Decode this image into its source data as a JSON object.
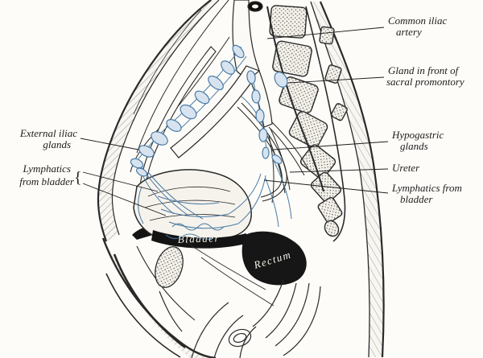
{
  "figure_meta": {
    "description": "Engraved anatomical plate: sagittal section of the male pelvis showing the lymphatic glands and vessels (blue) of the pelvis",
    "ink_color": "#2a2a2a",
    "lymph_color": "#4a7aa5",
    "paper_color": "#fdfcf9"
  },
  "labels": {
    "right": [
      {
        "id": "common-iliac-artery",
        "lines": [
          "Common iliac",
          "artery"
        ]
      },
      {
        "id": "gland-sacral-promontory",
        "lines": [
          "Gland in front of",
          "sacral promontory"
        ]
      },
      {
        "id": "hypogastric-glands",
        "lines": [
          "Hypogastric",
          "glands"
        ]
      },
      {
        "id": "ureter",
        "lines": [
          "Ureter"
        ]
      },
      {
        "id": "lymphatics-from-bladder-right",
        "lines": [
          "Lymphatics from",
          "bladder"
        ]
      }
    ],
    "left": [
      {
        "id": "external-iliac-glands",
        "lines": [
          "External iliac",
          "glands"
        ]
      },
      {
        "id": "lymphatics-from-bladder-left",
        "lines": [
          "Lymphatics",
          "from bladder"
        ],
        "brace": "{"
      }
    ],
    "inline": [
      {
        "id": "bladder-banner",
        "text": "Bladder"
      },
      {
        "id": "rectum-banner",
        "text": "Rectum"
      }
    ]
  }
}
